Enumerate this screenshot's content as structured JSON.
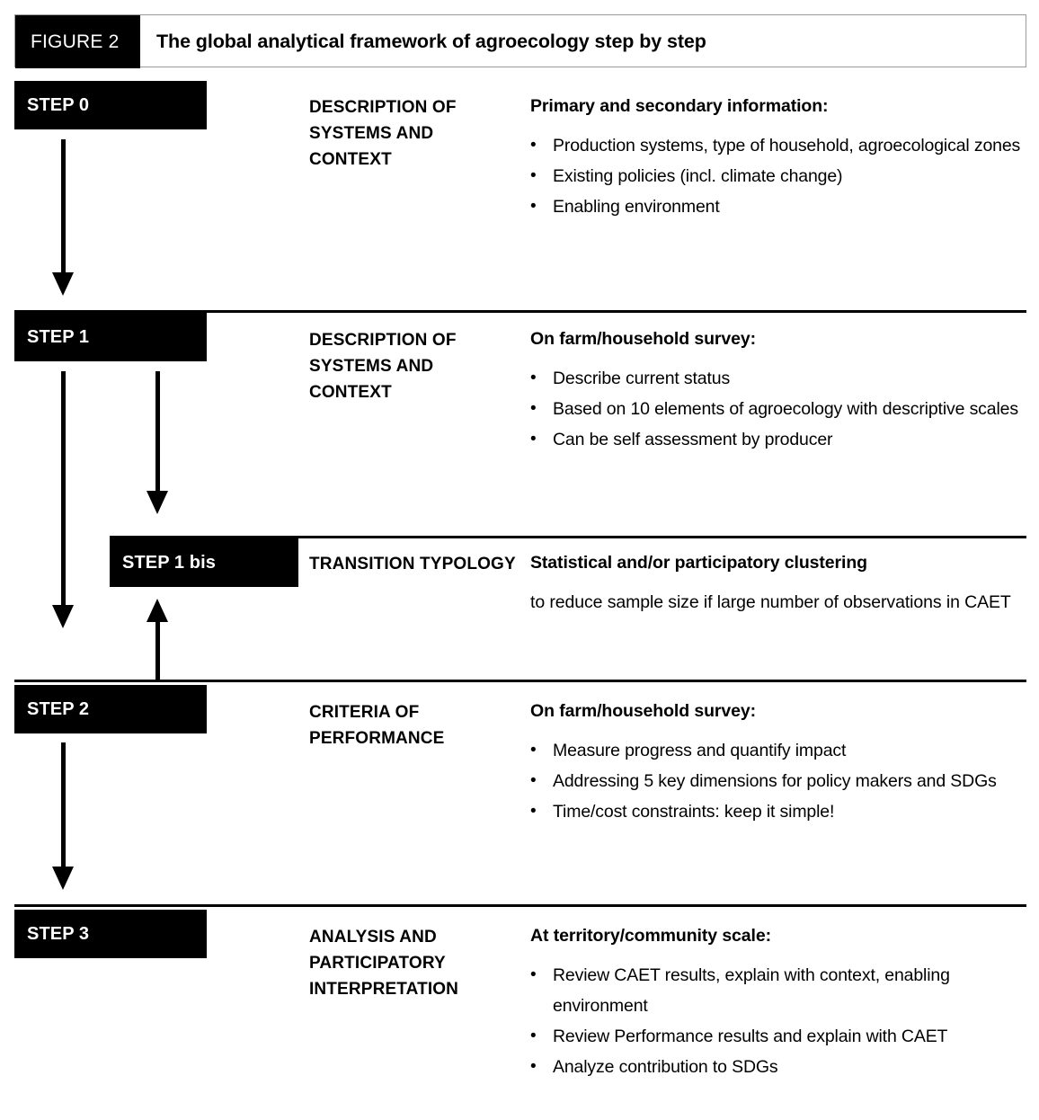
{
  "figure": {
    "badge": "FIGURE 2",
    "title": "The global analytical framework of agroecology step by step"
  },
  "colors": {
    "ink": "#000000",
    "paper": "#ffffff",
    "header_border": "#9a9a9a"
  },
  "steps": [
    {
      "id": "step-0",
      "label": "STEP 0",
      "title": "DESCRIPTION OF SYSTEMS AND CONTEXT",
      "body_head": "Primary and secondary information:",
      "bullets": [
        "Production systems, type of household, agroecological zones",
        "Existing policies (incl. climate change)",
        "Enabling environment"
      ],
      "paragraph": ""
    },
    {
      "id": "step-1",
      "label": "STEP 1",
      "title": "DESCRIPTION OF SYSTEMS AND CONTEXT",
      "body_head": "On farm/household survey:",
      "bullets": [
        "Describe current status",
        "Based on 10 elements of agroecology with descriptive scales",
        "Can be self assessment by producer"
      ],
      "paragraph": ""
    },
    {
      "id": "step-1-bis",
      "label": "STEP 1 bis",
      "title": "TRANSITION TYPOLOGY",
      "body_head": "Statistical and/or participatory clustering",
      "bullets": [],
      "paragraph": "to reduce sample size if large number of observations in CAET"
    },
    {
      "id": "step-2",
      "label": "STEP 2",
      "title": "CRITERIA OF PERFORMANCE",
      "body_head": "On farm/household survey:",
      "bullets": [
        "Measure progress and quantify impact",
        "Addressing 5 key dimensions for policy makers and SDGs",
        "Time/cost constraints: keep it simple!"
      ],
      "paragraph": ""
    },
    {
      "id": "step-3",
      "label": "STEP 3",
      "title": "ANALYSIS AND PARTICIPATORY INTERPRETATION",
      "body_head": "At territory/community scale:",
      "bullets": [
        "Review CAET results, explain with context, enabling environment",
        "Review Performance results and explain with CAET",
        "Analyze contribution to SDGs"
      ],
      "paragraph": ""
    }
  ],
  "flow": {
    "arrow_step0_to_step1": "down-arrow",
    "arrow_step1_to_step2": "down-arrow",
    "arrow_step1_to_step1bis": "down-arrow",
    "arrow_step2_to_step1bis": "up-arrow"
  }
}
